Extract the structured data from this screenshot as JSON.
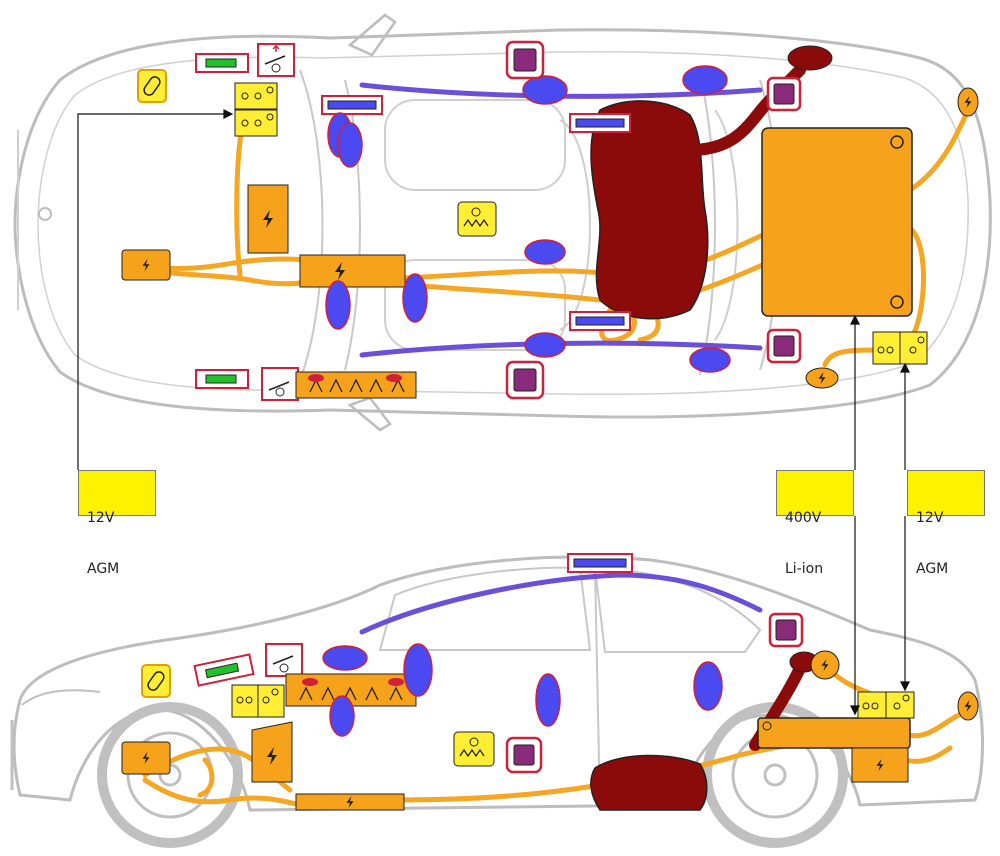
{
  "callouts": {
    "front_battery": {
      "line1": "12V",
      "line2": "AGM"
    },
    "hv_battery": {
      "line1": "400V",
      "line2": "Li-ion"
    },
    "rear_battery": {
      "line1": "12V",
      "line2": "AGM"
    }
  },
  "colors": {
    "car_outline": "#bdbdbd",
    "hv_cable": "#f5a623",
    "hv_component": "#f7a21b",
    "fuel_tank": "#8b0a0a",
    "airbag": "#4a4af0",
    "airbag_border": "#d0203a",
    "curtain_airbag": "#6b4fd8",
    "sensor": "#8a2a7a",
    "battery_12v": "#ffee33",
    "pretensioner_green": "#22c12c",
    "gas_strut": "#ffee33"
  },
  "icons": {
    "lightning": "high-voltage-lightning-icon",
    "gas_strut": "gas-spring-icon",
    "hood_lifter": "active-hood-icon",
    "airbag": "airbag-icon",
    "curtain": "curtain-airbag-icon",
    "sensor": "crash-sensor-icon",
    "battery": "12v-battery-icon",
    "pretensioner": "seatbelt-pretensioner-icon"
  }
}
